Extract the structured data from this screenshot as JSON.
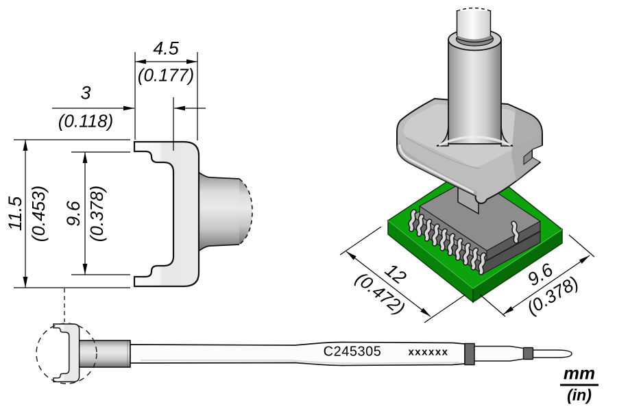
{
  "document": {
    "type": "technical-drawing",
    "product": "soldering-cartridge"
  },
  "part": {
    "number": "C245305",
    "marking_placeholder": "xxxxxx"
  },
  "units_legend": {
    "primary": "mm",
    "secondary": "(in)"
  },
  "section_view": {
    "dim_total_depth": {
      "mm": "4.5",
      "inch": "(0.177)"
    },
    "dim_slot_depth": {
      "mm": "3",
      "inch": "(0.118)"
    },
    "dim_outer_width": {
      "mm": "11.5",
      "inch": "(0.453)"
    },
    "dim_slot_width": {
      "mm": "9.6",
      "inch": "(0.378)"
    }
  },
  "component_view": {
    "dim_package_length": {
      "mm": "12",
      "inch": "(0.472)"
    },
    "dim_package_width": {
      "mm": "9.6",
      "inch": "(0.378)"
    }
  },
  "colors": {
    "pcb_green": "#0da30d",
    "metal_gray": "#c9c9c9",
    "outline": "#111111"
  }
}
